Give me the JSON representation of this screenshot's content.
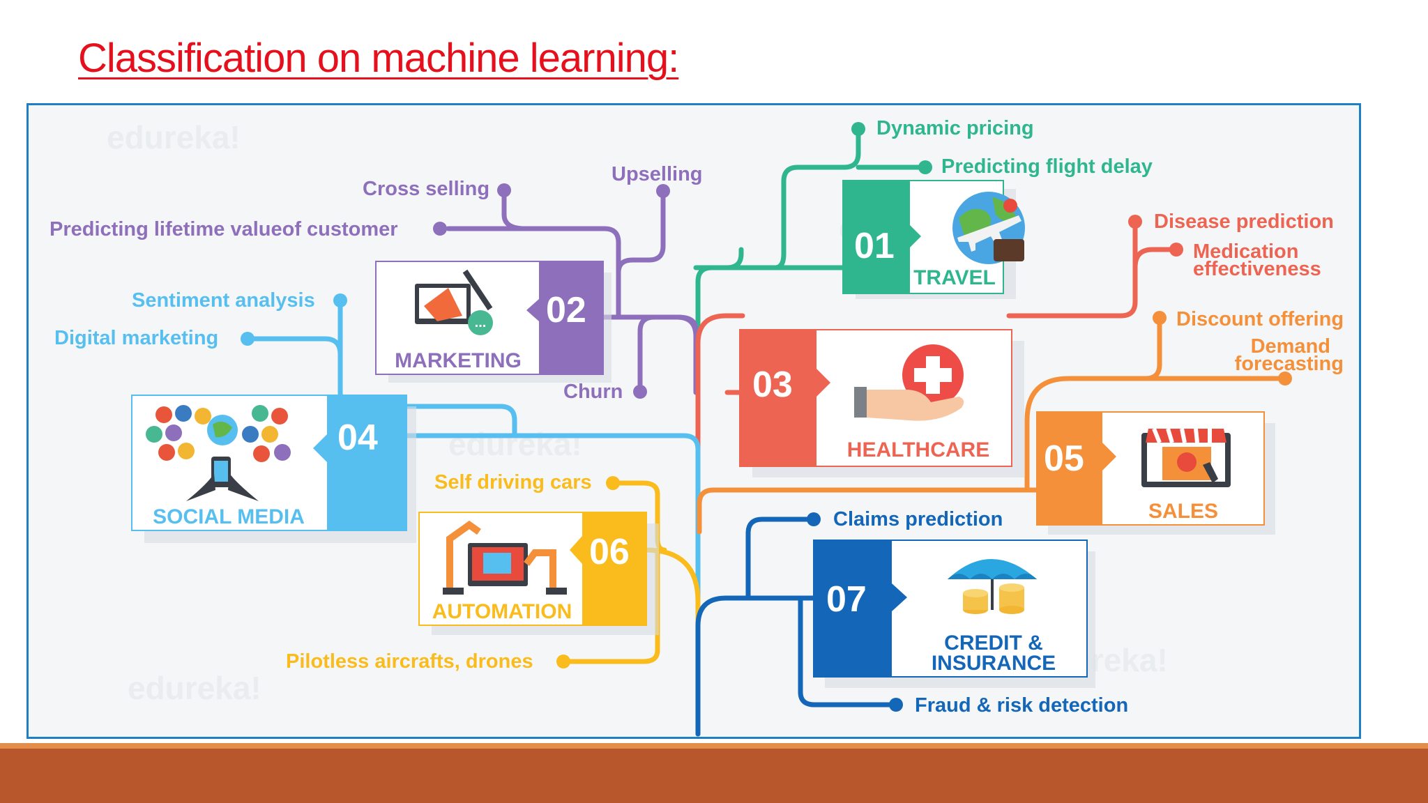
{
  "title": "Classification on machine learning:",
  "colors": {
    "title": "#e5101b",
    "frame_border": "#1f7fc4",
    "bottom_bar": "#b9572c",
    "bottom_bar_accent": "#e38e4a",
    "travel": "#2fb68f",
    "marketing": "#8e6fbb",
    "healthcare": "#ee6452",
    "social_media": "#57bff0",
    "sales": "#f5903a",
    "automation": "#f9bc1c",
    "credit_insurance": "#1466b8"
  },
  "cards": {
    "travel": {
      "number": "01",
      "name": "TRAVEL",
      "icon": "globe-airplane-icon"
    },
    "marketing": {
      "number": "02",
      "name": "MARKETING",
      "icon": "megaphone-monitor-icon"
    },
    "healthcare": {
      "number": "03",
      "name": "HEALTHCARE",
      "icon": "hand-medical-cross-icon"
    },
    "social_media": {
      "number": "04",
      "name": "SOCIAL MEDIA",
      "icon": "people-network-phone-icon"
    },
    "sales": {
      "number": "05",
      "name": "SALES",
      "icon": "storefront-cart-icon"
    },
    "automation": {
      "number": "06",
      "name": "AUTOMATION",
      "icon": "robot-arm-icon"
    },
    "credit_insurance": {
      "number": "07",
      "name_line1": "CREDIT &",
      "name_line2": "INSURANCE",
      "icon": "umbrella-coins-icon"
    }
  },
  "branches": {
    "dynamic_pricing": "Dynamic pricing",
    "predicting_flight_delay": "Predicting flight delay",
    "upselling": "Upselling",
    "cross_selling": "Cross selling",
    "predicting_lifetime_value": "Predicting lifetime valueof customer",
    "disease_prediction": "Disease prediction",
    "medication_line1": "Medication",
    "medication_line2": "effectiveness",
    "sentiment_analysis": "Sentiment analysis",
    "digital_marketing": "Digital marketing",
    "discount_offering": "Discount offering",
    "demand_line1": "Demand",
    "demand_line2": "forecasting",
    "churn": "Churn",
    "self_driving_cars": "Self driving cars",
    "claims_prediction": "Claims prediction",
    "pilotless_aircrafts": "Pilotless aircrafts, drones",
    "fraud_risk_detection": "Fraud & risk detection"
  }
}
